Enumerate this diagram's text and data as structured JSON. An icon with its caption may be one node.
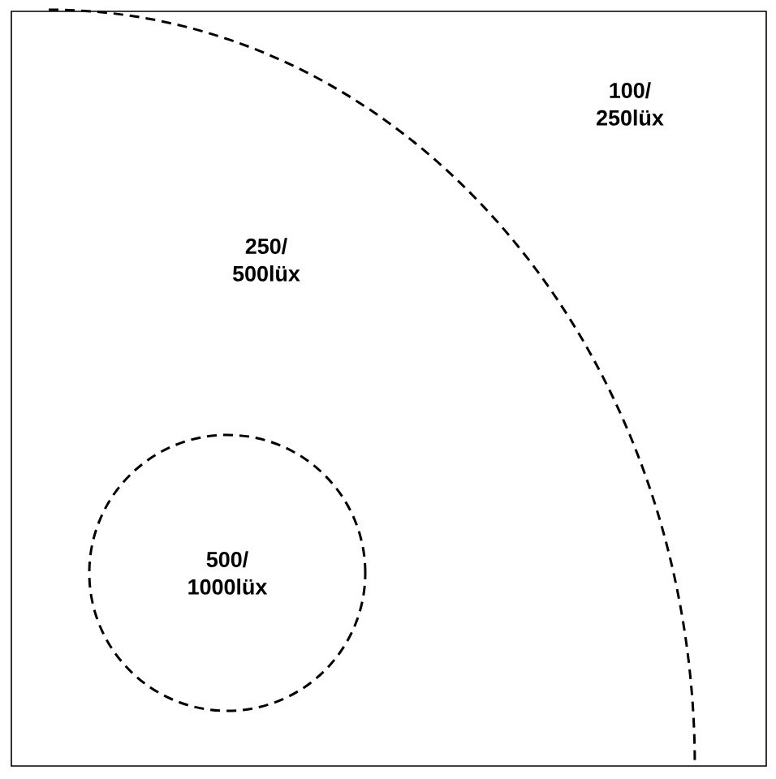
{
  "diagram": {
    "nodes": [
      {
        "text": [
          "500/ 1000lüx"
        ]
      }
    ],
    "labels": [
      "100/ 250lüx",
      "250/ 500lüx"
    ]
  }
}
